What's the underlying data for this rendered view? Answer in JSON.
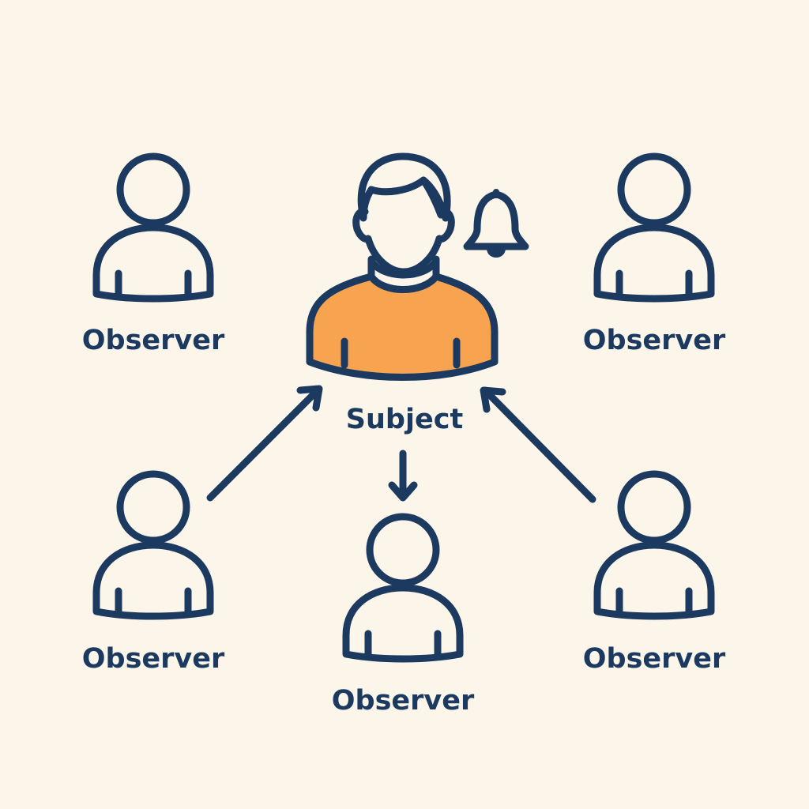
{
  "colors": {
    "background": "#fcf5ea",
    "stroke": "#1c3a60",
    "subject_fill": "#f7a350"
  },
  "subject": {
    "label": "Subject",
    "icon": "person-icon",
    "notification_icon": "bell-icon"
  },
  "observers": [
    {
      "label": "Observer",
      "position": "top-left"
    },
    {
      "label": "Observer",
      "position": "top-right"
    },
    {
      "label": "Observer",
      "position": "bottom-left"
    },
    {
      "label": "Observer",
      "position": "bottom-center"
    },
    {
      "label": "Observer",
      "position": "bottom-right"
    }
  ],
  "arrows": [
    {
      "from": "bottom-left observer",
      "to": "subject"
    },
    {
      "from": "bottom-right observer",
      "to": "subject"
    },
    {
      "from": "subject",
      "to": "bottom-center observer"
    }
  ]
}
